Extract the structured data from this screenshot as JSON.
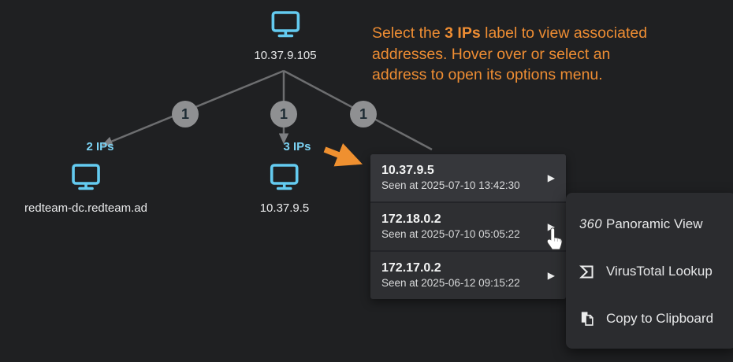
{
  "instruction": {
    "line1_pre": "Select the ",
    "line1_bold": "3 IPs",
    "line1_post": " label to view associated",
    "line2": "addresses. Hover over or select an",
    "line3": "address to open its options menu."
  },
  "graph": {
    "root": {
      "label": "10.37.9.105"
    },
    "edge_badges": [
      "1",
      "1",
      "1"
    ],
    "children": [
      {
        "count_label": "2 IPs",
        "label": "redteam-dc.redteam.ad"
      },
      {
        "count_label": "3 IPs",
        "label": "10.37.9.5"
      }
    ]
  },
  "ip_popup": {
    "chevron": "▶",
    "items": [
      {
        "address": "10.37.9.5",
        "seen": "Seen at 2025-07-10 13:42:30"
      },
      {
        "address": "172.18.0.2",
        "seen": "Seen at 2025-07-10 05:05:22"
      },
      {
        "address": "172.17.0.2",
        "seen": "Seen at 2025-06-12 09:15:22"
      }
    ]
  },
  "context_menu": {
    "items": [
      {
        "badge": "360",
        "label": "Panoramic View"
      },
      {
        "label": "VirusTotal Lookup"
      },
      {
        "label": "Copy to Clipboard"
      }
    ]
  },
  "colors": {
    "background": "#1f2022",
    "accent_orange": "#ee8d33",
    "arrow_orange": "#ef9030",
    "node_blue": "#64cbf0",
    "label_blue": "#7bd2f3",
    "edge_gray": "#6d6e70",
    "badge_gray": "#8f9092"
  }
}
